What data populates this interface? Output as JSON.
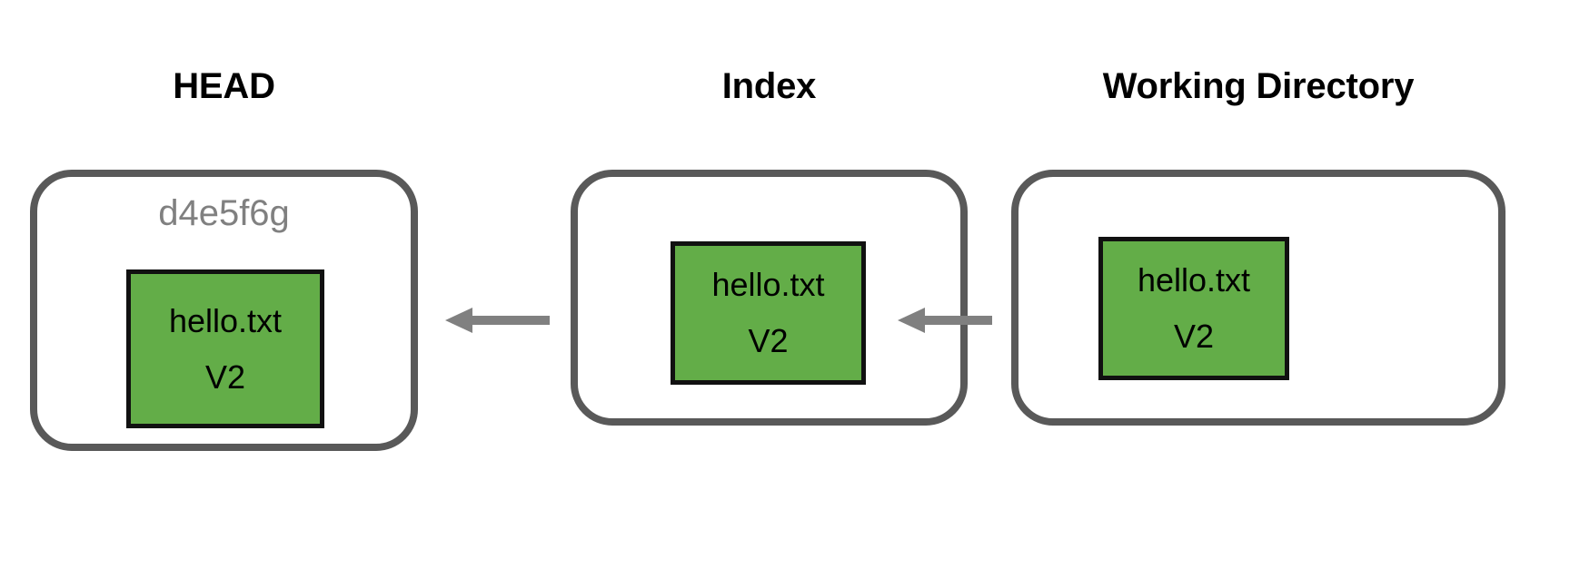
{
  "diagram": {
    "title_group": "Git three-tree state diagram",
    "background_color": "#ffffff",
    "panel_border_color": "#595959",
    "file_fill_color": "#63ad48",
    "file_border_color": "#111111",
    "hash_color": "#808080",
    "arrow_color": "#808080"
  },
  "panels": [
    {
      "id": "head",
      "title": "HEAD",
      "commit_hash": "d4e5f6g",
      "file": {
        "name": "hello.txt",
        "version": "V2"
      }
    },
    {
      "id": "index",
      "title": "Index",
      "commit_hash": null,
      "file": {
        "name": "hello.txt",
        "version": "V2"
      }
    },
    {
      "id": "working_directory",
      "title": "Working Directory",
      "commit_hash": null,
      "file": {
        "name": "hello.txt",
        "version": "V2"
      }
    }
  ],
  "arrows": [
    {
      "id": "index-to-head",
      "direction": "left",
      "from": "Index",
      "to": "HEAD"
    },
    {
      "id": "working-to-index",
      "direction": "left",
      "from": "Working Directory",
      "to": "Index"
    }
  ]
}
